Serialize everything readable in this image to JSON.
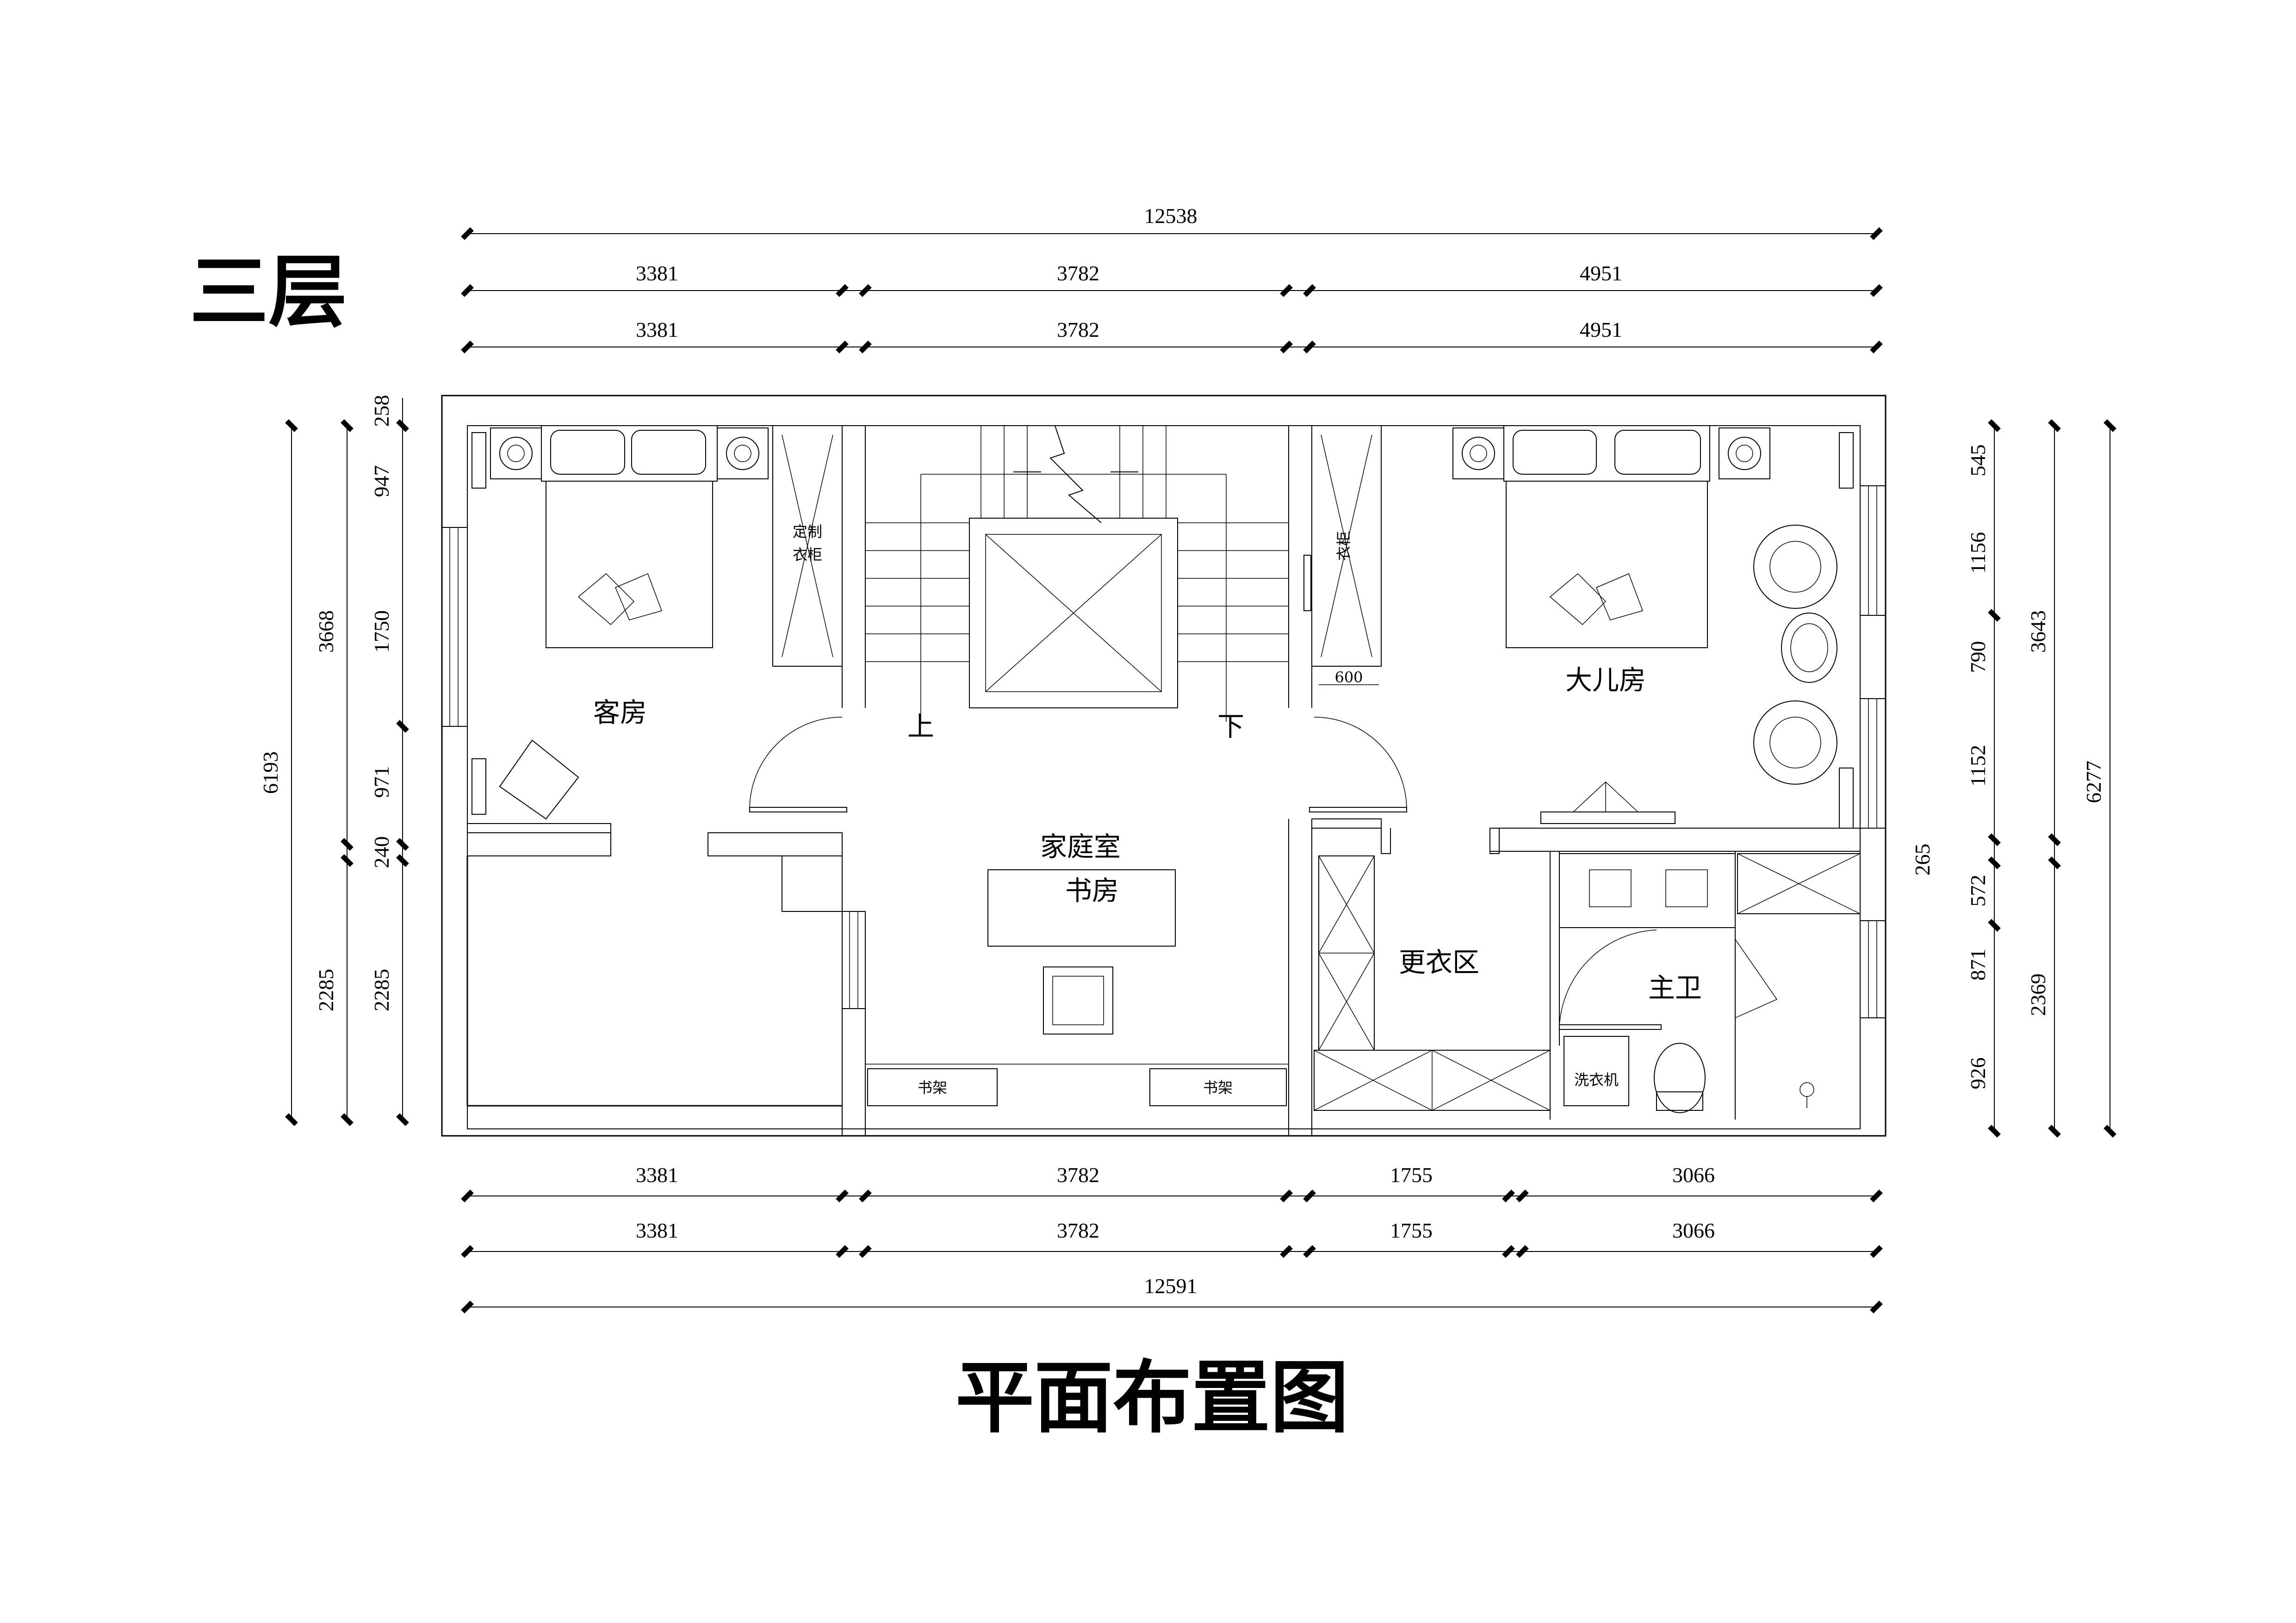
{
  "title": "三层",
  "subtitle": "平面布置图",
  "top_dims": {
    "total": "12538",
    "row1": [
      "3381",
      "3782",
      "4951"
    ],
    "row2": [
      "3381",
      "3782",
      "4951"
    ]
  },
  "bottom_dims": {
    "row1": [
      "3381",
      "3782",
      "1755",
      "3066"
    ],
    "row2": [
      "3381",
      "3782",
      "1755",
      "3066"
    ],
    "total": "12591"
  },
  "left_dims": {
    "total": "6193",
    "mid": [
      "3668",
      "2285"
    ],
    "inner": [
      "258",
      "947",
      "1750",
      "971",
      "240",
      "2285"
    ]
  },
  "right_dims": {
    "inner": [
      "545",
      "1156",
      "790",
      "1152",
      "265",
      "572",
      "871",
      "926"
    ],
    "mid": [
      "3643",
      "2369"
    ],
    "total": "6277"
  },
  "rooms": {
    "guest_room": "客房",
    "family_room": "家庭室",
    "study": "书房",
    "eldest_son_room": "大儿房",
    "dressing_area": "更衣区",
    "master_bath": "主卫"
  },
  "labels": {
    "custom_wardrobe_1": "定制",
    "custom_wardrobe_2": "衣柜",
    "wardrobe": "衣柜",
    "stair_up": "上",
    "stair_down": "下",
    "bookshelf_left": "书架",
    "bookshelf_right": "书架",
    "washing_machine": "洗衣机",
    "wardrobe_depth": "600"
  }
}
